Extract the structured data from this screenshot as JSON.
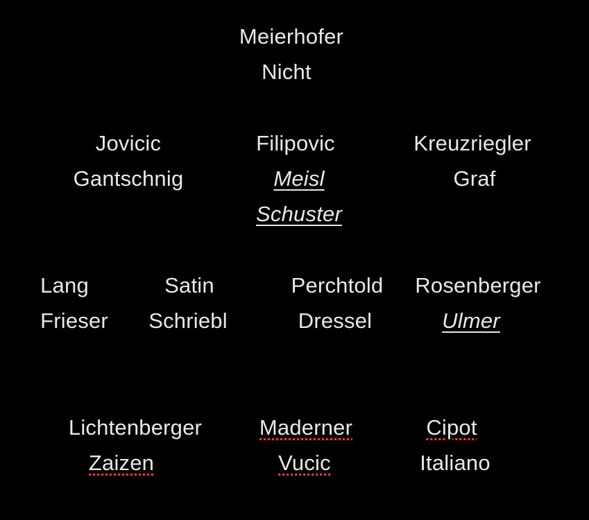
{
  "lineup": {
    "goalkeepers": [
      "Meierhofer",
      "Nicht"
    ],
    "defense": [
      [
        "Jovicic",
        "Gantschnig"
      ],
      [
        "Filipovic",
        "Meisl",
        "Schuster"
      ],
      [
        "Kreuzriegler",
        "Graf"
      ]
    ],
    "midfield": [
      [
        "Lang",
        "Frieser"
      ],
      [
        "Satin",
        "Schriebl"
      ],
      [
        "Perchtold",
        "Dressel"
      ],
      [
        "Rosenberger",
        "Ulmer"
      ]
    ],
    "attack": [
      [
        "Lichtenberger",
        "Zaizen"
      ],
      [
        "Maderner",
        "Vucic"
      ],
      [
        "Cipot",
        "Italiano"
      ]
    ]
  },
  "colors": {
    "background": "#000000",
    "text": "#e8e8e8",
    "spellcheck": "#ff3b30"
  }
}
